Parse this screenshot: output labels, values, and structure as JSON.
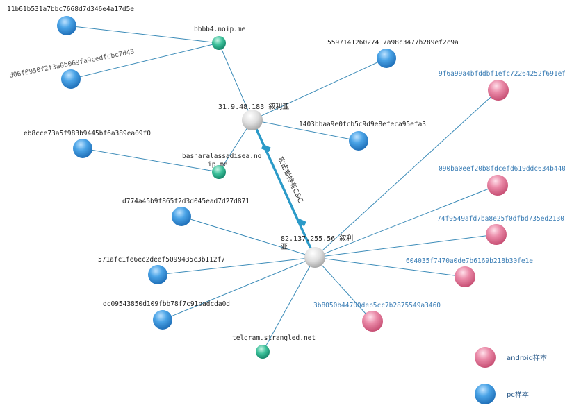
{
  "colors": {
    "edge": "#3b8bb8",
    "edge_thick": "#2b9ac8",
    "pc": "#3a95dd",
    "android": "#e07a98",
    "domain": "#2fb08c",
    "ip": "#c8c8c8"
  },
  "nodes": {
    "ip1": {
      "label": "31.9.48.183 叙利亚",
      "kind": "ip"
    },
    "ip2": {
      "label_line1": "82.137.255.56 叙利",
      "label_line2": "亚",
      "kind": "ip"
    },
    "d_bbbb4": {
      "label": "bbbb4.noip.me",
      "kind": "domain"
    },
    "d_bashar_line1": {
      "label": "basharalassadisea.no"
    },
    "d_bashar_line2": {
      "label": "ip.me"
    },
    "d_telgram": {
      "label": "telgram.strangled.net",
      "kind": "domain"
    },
    "pc1": {
      "label": "11b61b531a7bbc7668d7d346e4a17d5e",
      "kind": "pc"
    },
    "pc2": {
      "label": "d06f0950f2f3a0b069fa9cedfcbc7d43",
      "kind": "pc"
    },
    "pc3": {
      "label": "5597141260274 7a98c3477b289ef2c9a",
      "kind": "pc"
    },
    "pc4": {
      "label": "1403bbaa9e0fcb5c9d9e8efeca95efa3",
      "kind": "pc"
    },
    "pc5": {
      "label": "eb8cce73a5f983b9445bf6a389ea09f0",
      "kind": "pc"
    },
    "pc6": {
      "label": "d774a45b9f865f2d3d045ead7d27d871",
      "kind": "pc"
    },
    "pc7": {
      "label": "571afc1fe6ec2deef5099435c3b112f7",
      "kind": "pc"
    },
    "pc8": {
      "label": "dc09543850d109fbb78f7c91badcda0d",
      "kind": "pc"
    },
    "an1": {
      "label": "9f6a99a4bfddbf1efc72264252f691ef",
      "kind": "android"
    },
    "an2": {
      "label": "090ba0eef20b8fdcefd619ddc634b440",
      "kind": "android"
    },
    "an3": {
      "label": "74f9549afd7ba8e25f0dfbd735ed2130",
      "kind": "android"
    },
    "an4": {
      "label": "604035f7470a0de7b6169b218b30fe1e",
      "kind": "android"
    },
    "an5": {
      "label": "3b8050b44700deb5cc7b2875549a3460",
      "kind": "android"
    }
  },
  "thick_edge_label": "攻击者持有C&C",
  "legend": {
    "android": "android样本",
    "pc": "pc样本"
  }
}
